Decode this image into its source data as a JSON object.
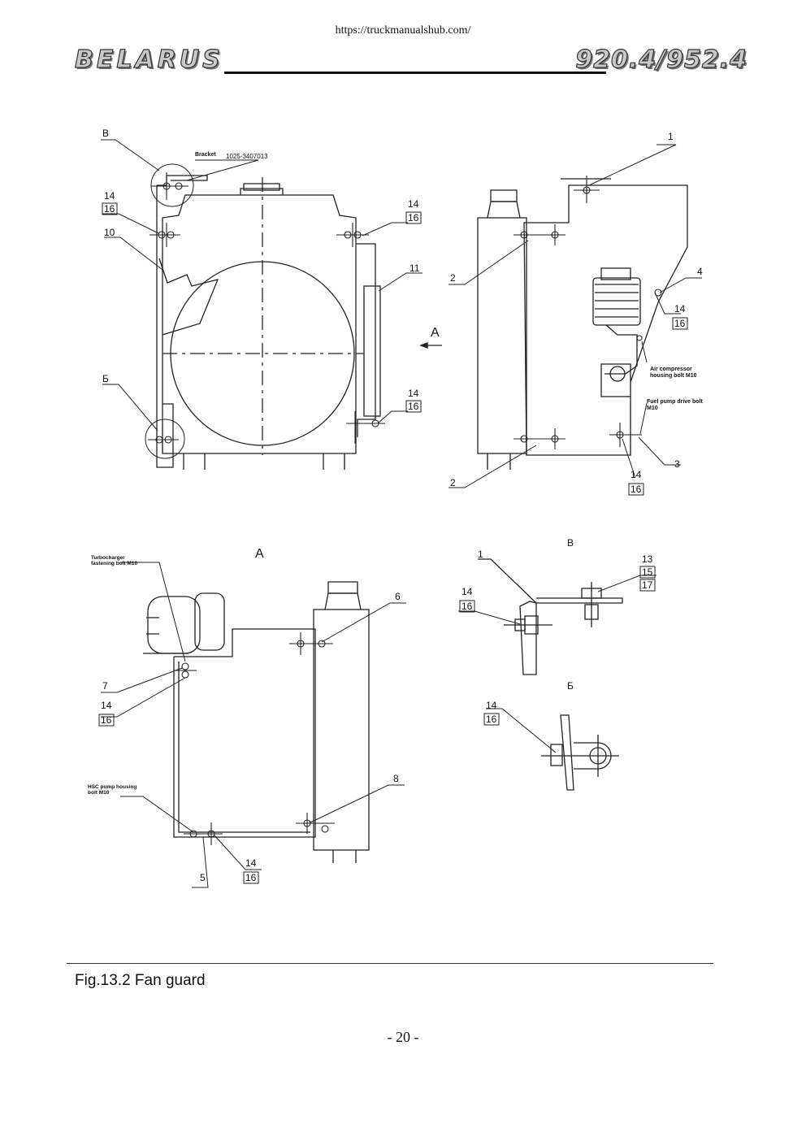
{
  "header": {
    "url": "https://truckmanualshub.com/",
    "brand": "BELARUS",
    "model": "920.4/952.4"
  },
  "drawing": {
    "labels": {
      "view_b": "В",
      "view_b2": "Б",
      "view_a": "А",
      "arrow_a": "А",
      "bracket": "Bracket",
      "bracket_part": "1025-3407013",
      "air_compressor_1": "Air compressor",
      "air_compressor_2": "housing bolt M10",
      "fuel_pump_1": "Fuel pump drive bolt",
      "fuel_pump_2": "M10",
      "turbo_1": "Turbocharger",
      "turbo_2": "fastening bolt M10",
      "hsc_1": "HSC pump housing",
      "hsc_2": "bolt M10"
    },
    "callouts": {
      "n1": "1",
      "n2": "2",
      "n3": "3",
      "n4": "4",
      "n5": "5",
      "n6": "6",
      "n7": "7",
      "n8": "8",
      "n10": "10",
      "n11": "11",
      "n13": "13",
      "n14": "14",
      "n15": "15",
      "n16": "16",
      "n17": "17"
    }
  },
  "caption": "Fig.13.2 Fan guard",
  "page_number": "- 20 -"
}
